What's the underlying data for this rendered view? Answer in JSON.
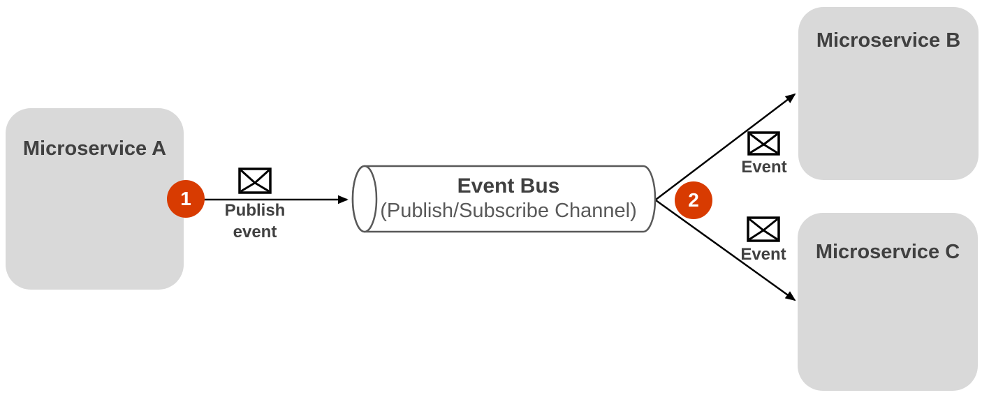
{
  "colors": {
    "node_fill": "#d9d9d9",
    "node_text": "#404040",
    "accent": "#d83b01",
    "line": "#000000",
    "bus_border": "#595959",
    "bus_subtitle": "#595959"
  },
  "nodes": {
    "a": {
      "label": "Microservice A"
    },
    "b": {
      "label": "Microservice B"
    },
    "c": {
      "label": "Microservice C"
    }
  },
  "bus": {
    "title": "Event Bus",
    "subtitle": "(Publish/Subscribe Channel)"
  },
  "steps": {
    "one": "1",
    "two": "2"
  },
  "edge_labels": {
    "publish": "Publish event",
    "event_to_b": "Event",
    "event_to_c": "Event"
  }
}
